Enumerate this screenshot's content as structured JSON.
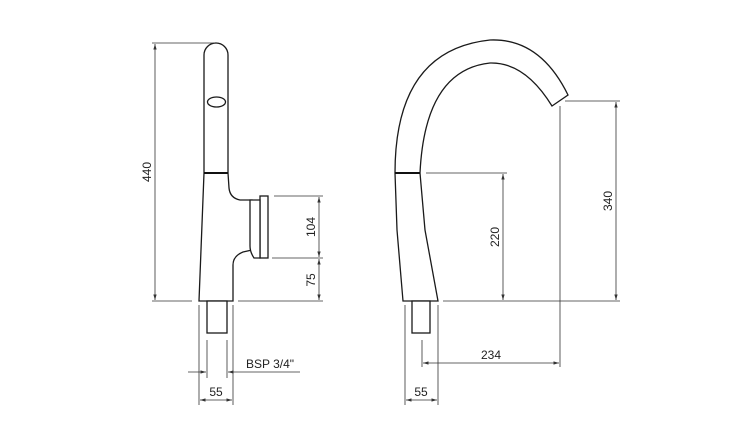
{
  "side_view": {
    "total_height": "440",
    "handle_height": "104",
    "handle_base_height": "75",
    "thread": "BSP 3/4\"",
    "base_width": "55"
  },
  "front_view": {
    "collar_height": "220",
    "outlet_height": "340",
    "reach": "234",
    "base_width": "55"
  }
}
